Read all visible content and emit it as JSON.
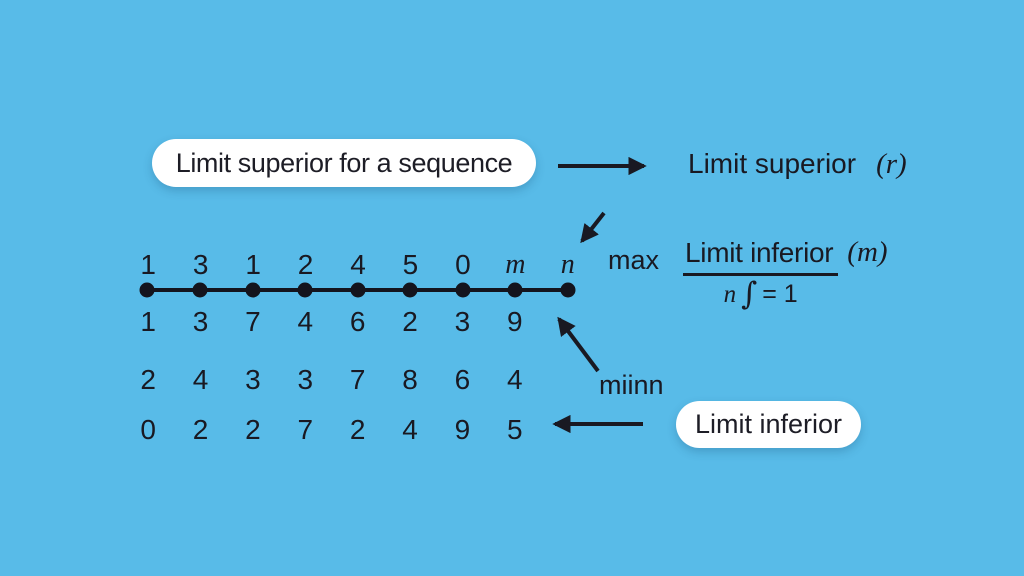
{
  "colors": {
    "background": "#58bbe8",
    "ink": "#191922",
    "pill_background": "#ffffff"
  },
  "title_pill": {
    "label": "Limit superior for a sequence"
  },
  "limit_superior": {
    "label": "Limit superior",
    "symbol": "(r)"
  },
  "max_label": "max",
  "min_label": "miinn",
  "formula": {
    "numerator": "Limit inferior",
    "symbol": "(m)",
    "den_n": "n",
    "den_int": "∫",
    "den_eq": "= 1"
  },
  "limit_inferior_pill": {
    "label": "Limit inferior"
  },
  "sequence": {
    "top_labels": [
      "1",
      "3",
      "1",
      "2",
      "4",
      "5",
      "0",
      "m",
      "n"
    ],
    "row2": [
      "1",
      "3",
      "7",
      "4",
      "6",
      "2",
      "3",
      "9"
    ],
    "row3": [
      "2",
      "4",
      "3",
      "3",
      "7",
      "8",
      "6",
      "4"
    ],
    "row4": [
      "0",
      "2",
      "2",
      "7",
      "2",
      "4",
      "9",
      "5"
    ]
  },
  "icons": {
    "right-arrow-icon": "→",
    "down-left-arrow-icon": "↙",
    "up-left-arrow-icon": "↖",
    "left-arrow-icon": "←"
  }
}
